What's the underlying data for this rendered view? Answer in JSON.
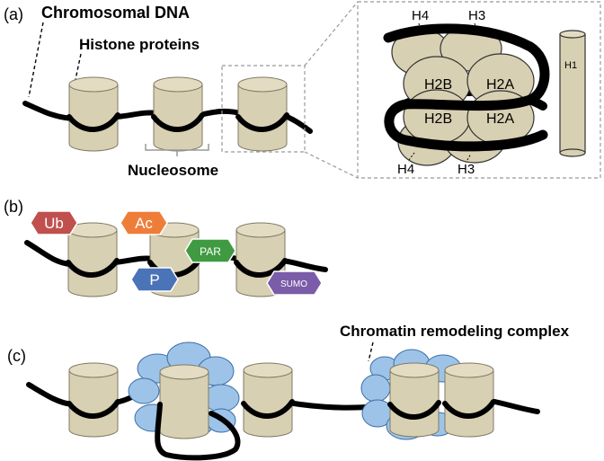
{
  "panels": {
    "a": {
      "tag": "(a)",
      "chromosomal_dna": "Chromosomal DNA",
      "histone_proteins": "Histone proteins",
      "nucleosome": "Nucleosome",
      "inset": {
        "h4_top": "H4",
        "h3_top": "H3",
        "h2b_top": "H2B",
        "h2a_top": "H2A",
        "h2b_bottom": "H2B",
        "h2a_bottom": "H2A",
        "h4_bottom": "H4",
        "h3_bottom": "H3",
        "h1": "H1"
      }
    },
    "b": {
      "tag": "(b)",
      "marks": {
        "ub": {
          "label": "Ub",
          "color": "#c0504d"
        },
        "ac": {
          "label": "Ac",
          "color": "#ef7d3a"
        },
        "par": {
          "label": "PAR",
          "color": "#3f9a41"
        },
        "p": {
          "label": "P",
          "color": "#4a73b8"
        },
        "sumo": {
          "label": "SUMO",
          "color": "#7a5ca8"
        }
      }
    },
    "c": {
      "tag": "(c)",
      "remodeling": "Chromatin remodeling complex"
    }
  }
}
